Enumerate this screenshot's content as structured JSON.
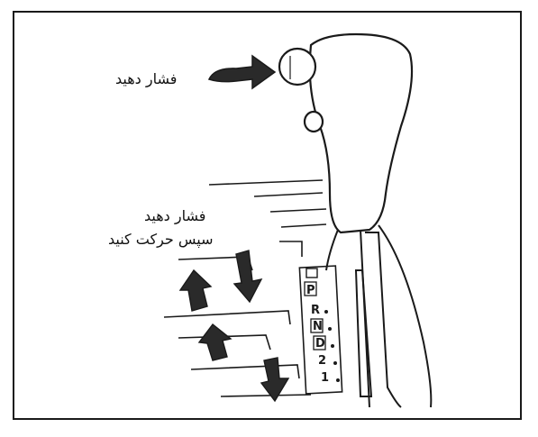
{
  "labels": {
    "press": "فشار دهید",
    "press_then_move_line1": "فشار دهید",
    "press_then_move_line2": "سپس حرکت کنید"
  },
  "gear_positions": [
    "P",
    "R",
    "N",
    "D",
    "2",
    "1"
  ],
  "colors": {
    "line": "#1a1a1a",
    "arrow_fill": "#2a2a2a",
    "background": "#ffffff"
  }
}
